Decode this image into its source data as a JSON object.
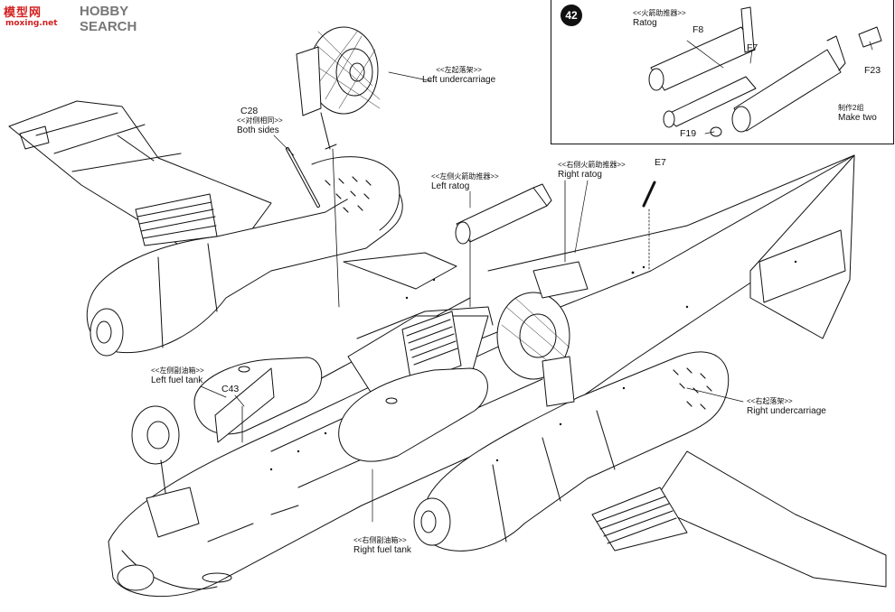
{
  "watermark": {
    "logo": "模型网",
    "brand": "HOBBY SEARCH",
    "url": "moxing.net"
  },
  "step": {
    "number": "42"
  },
  "labels": {
    "ratog_group": {
      "cn": "<<火箭助推器>>",
      "en": "Ratog"
    },
    "f8": "F8",
    "f7": "F7",
    "f23": "F23",
    "f19": "F19",
    "make_two": {
      "cn": "制作2组",
      "en": "Make two"
    },
    "left_undercarriage": {
      "cn": "<<左起落架>>",
      "en": "Left undercarriage"
    },
    "c28": "C28",
    "both_sides": {
      "cn": "<<对侧相同>>",
      "en": "Both sides"
    },
    "left_ratog": {
      "cn": "<<左侧火箭助推器>>",
      "en": "Left ratog"
    },
    "right_ratog": {
      "cn": "<<右侧火箭助推器>>",
      "en": "Right ratog"
    },
    "e7": "E7",
    "left_fuel_tank": {
      "cn": "<<左侧副油箱>>",
      "en": "Left fuel tank"
    },
    "c43": "C43",
    "right_undercarriage": {
      "cn": "<<右起落架>>",
      "en": "Right undercarriage"
    },
    "right_fuel_tank": {
      "cn": "<<右侧副油箱>>",
      "en": "Right fuel tank"
    }
  },
  "colors": {
    "line": "#111111",
    "background": "#ffffff",
    "watermark_red": "#d41f1f",
    "watermark_gray": "#777777"
  }
}
